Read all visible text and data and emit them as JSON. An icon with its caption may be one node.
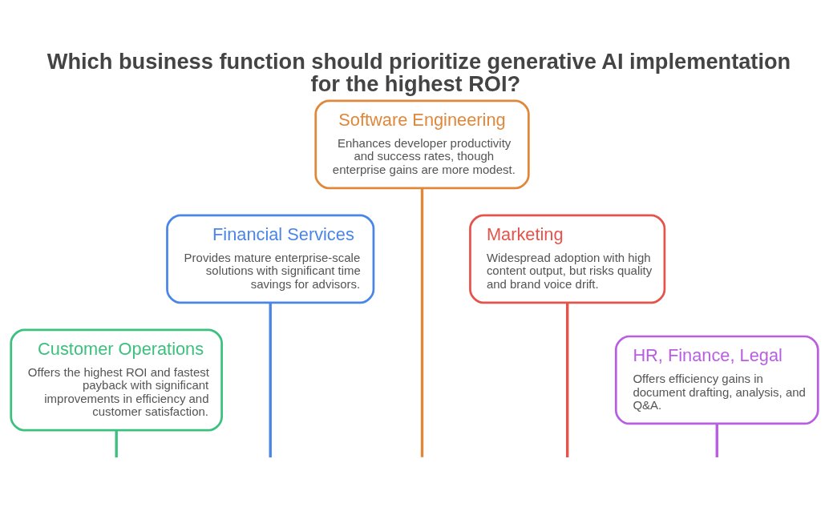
{
  "diagram": {
    "title": "Which business function should prioritize generative AI implementation for the highest ROI?",
    "nodes": [
      {
        "text": [
          "Software Engineering",
          "Enhances developer productivity and success rates, though enterprise gains are more modest."
        ]
      },
      {
        "text": [
          "Financial Services",
          "Provides mature enterprise-scale solutions with significant time savings for advisors."
        ]
      },
      {
        "text": [
          "Marketing",
          "Widespread adoption with high content output, but risks quality and brand voice drift."
        ]
      },
      {
        "text": [
          "Customer Operations",
          "Offers the highest ROI and fastest payback with significant improvements in efficiency and customer satisfaction."
        ]
      },
      {
        "text": [
          "HR, Finance, Legal",
          "Offers efficiency gains in document drafting, analysis, and Q&A."
        ]
      }
    ],
    "edges": [
      {
        "from": 0,
        "to": null,
        "arrow": "none",
        "color": "#e0873a"
      },
      {
        "from": 1,
        "to": null,
        "arrow": "none",
        "color": "#4a86e8"
      },
      {
        "from": 2,
        "to": null,
        "arrow": "none",
        "color": "#e5534b"
      },
      {
        "from": 3,
        "to": null,
        "arrow": "none",
        "color": "#3cc07e"
      },
      {
        "from": 4,
        "to": null,
        "arrow": "none",
        "color": "#b95ee3"
      }
    ]
  }
}
